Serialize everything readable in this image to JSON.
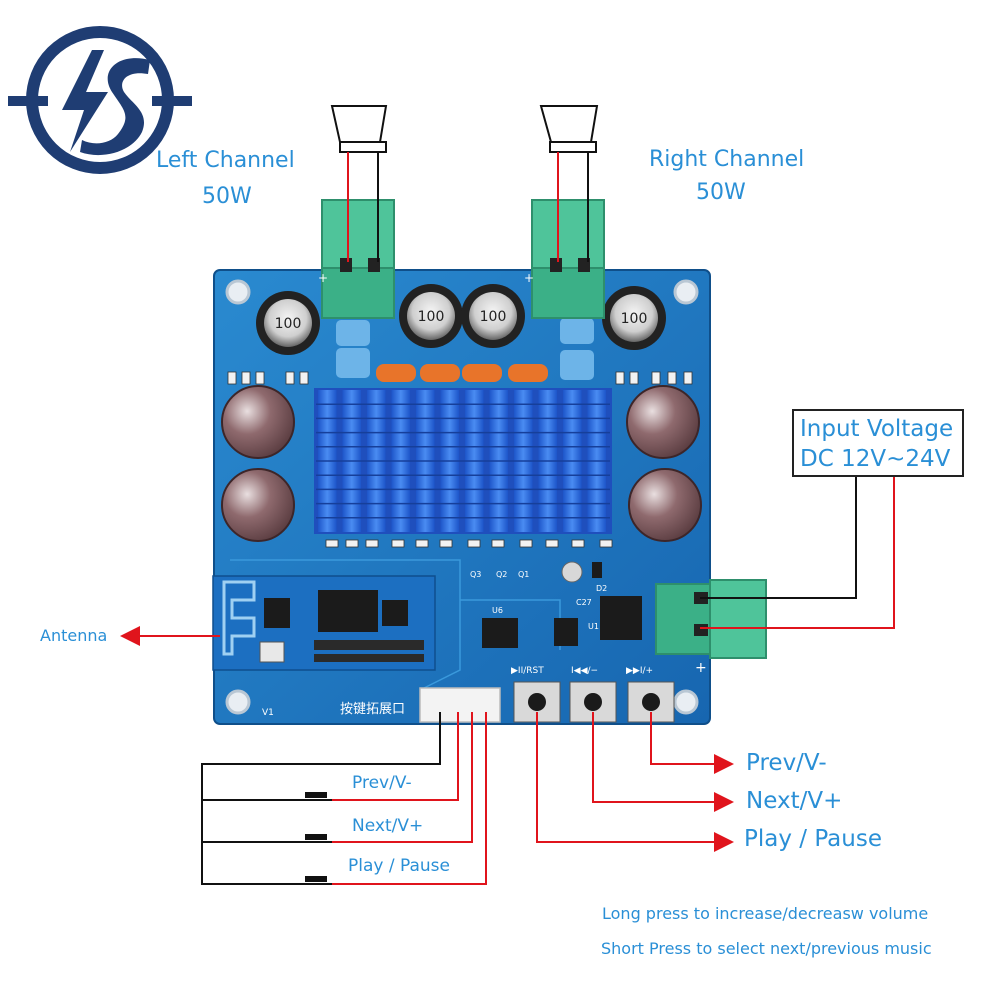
{
  "logo": {
    "mark": "ls",
    "name": "ls-logo"
  },
  "channels": {
    "left": {
      "title": "Left Channel",
      "power": "50W"
    },
    "right": {
      "title": "Right Channel",
      "power": "50W"
    }
  },
  "input_voltage": {
    "line1": "Input Voltage",
    "line2": "DC 12V~24V"
  },
  "antenna_label": "Antenna",
  "board": {
    "connector_label": "按键拓展口",
    "v1": "V1",
    "inductor_values": [
      "100",
      "100",
      "100",
      "100"
    ],
    "button_labels": [
      "▶II/RST",
      "I◀◀/−",
      "▶▶I/+"
    ],
    "polarity_plus": "+",
    "ic_labels": [
      "U6",
      "Q3",
      "Q2",
      "Q1",
      "C27",
      "D2",
      "U1"
    ]
  },
  "external_buttons": [
    "Prev/V-",
    "Next/V+",
    "Play / Pause"
  ],
  "right_labels": [
    "Prev/V-",
    "Next/V+",
    "Play / Pause"
  ],
  "notes": {
    "line1": "Long press to increase/decreasw volume",
    "line2": "Short Press to select next/previous music"
  },
  "colors": {
    "pcb": "#1a78c2",
    "heatsink": "#2b6fe0",
    "terminal": "#4fc49a",
    "wire_red": "#e0141c",
    "wire_black": "#111111",
    "label_blue": "#2a8fd6",
    "logo_navy": "#1f3d73"
  }
}
